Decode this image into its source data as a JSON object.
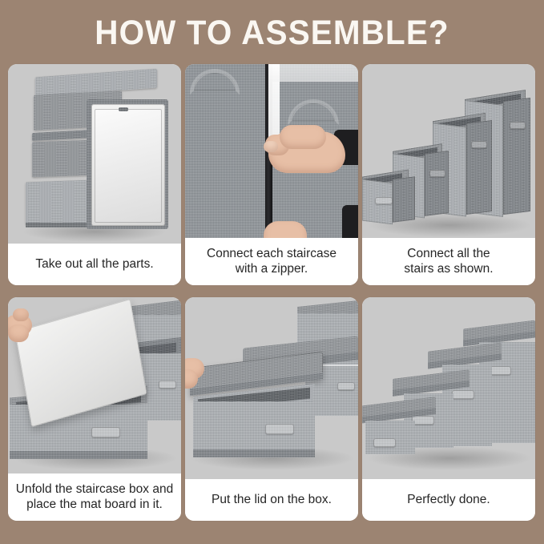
{
  "header": {
    "title": "HOW TO ASSEMBLE?"
  },
  "theme": {
    "background_color": "#9C8472",
    "card_background": "#FFFFFF",
    "photo_background": "#C9C9C9",
    "title_color": "#FAF7F2",
    "caption_color": "#262626"
  },
  "steps": [
    {
      "index": 1,
      "caption": "Take out all the parts.",
      "scene": "flat-folded gray fabric storage boxes stacked with a white mat board"
    },
    {
      "index": 2,
      "caption": "Connect each staircase\nwith a zipper.",
      "scene": "hand zipping two gray fabric panels together with a black zipper"
    },
    {
      "index": 3,
      "caption": "Connect all the\nstairs as shown.",
      "scene": "four open gray fabric boxes connected in a rising staircase"
    },
    {
      "index": 4,
      "caption": "Unfold the staircase box and\nplace the mat board in it.",
      "scene": "hand lowering a white mat board into an open gray fabric box"
    },
    {
      "index": 5,
      "caption": "Put the lid on the box.",
      "scene": "hand placing a gray lid on the lowest box of the staircase"
    },
    {
      "index": 6,
      "caption": "Perfectly done.",
      "scene": "finished four-step gray fabric staircase with all lids on"
    }
  ]
}
